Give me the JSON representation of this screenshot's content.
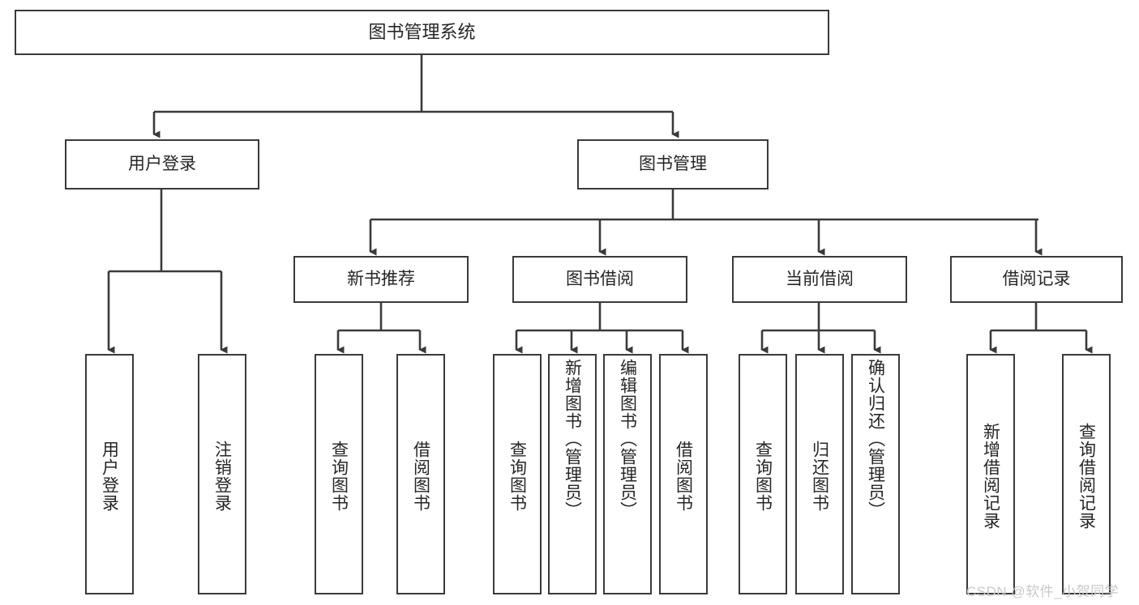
{
  "diagram": {
    "title_node": {
      "label": "图书管理系统"
    },
    "level1": [
      {
        "id": "user-login",
        "label": "用户登录"
      },
      {
        "id": "book-management",
        "label": "图书管理"
      }
    ],
    "level2": [
      {
        "id": "new-book-recommend",
        "label": "新书推荐"
      },
      {
        "id": "book-borrow",
        "label": "图书借阅"
      },
      {
        "id": "current-borrow",
        "label": "当前借阅"
      },
      {
        "id": "borrow-record",
        "label": "借阅记录"
      }
    ],
    "leaves": [
      {
        "id": "leaf-user-login",
        "parent": "user-login",
        "label": "用户登录"
      },
      {
        "id": "leaf-logout-login",
        "parent": "user-login",
        "label": "注销登录"
      },
      {
        "id": "leaf-query-book-1",
        "parent": "new-book-recommend",
        "label": "查询图书"
      },
      {
        "id": "leaf-borrow-book-1",
        "parent": "new-book-recommend",
        "label": "借阅图书"
      },
      {
        "id": "leaf-query-book-2",
        "parent": "book-borrow",
        "label": "查询图书"
      },
      {
        "id": "leaf-add-book",
        "parent": "book-borrow",
        "label": "新增图书（管理员）"
      },
      {
        "id": "leaf-edit-book",
        "parent": "book-borrow",
        "label": "编辑图书（管理员）"
      },
      {
        "id": "leaf-borrow-book-2",
        "parent": "book-borrow",
        "label": "借阅图书"
      },
      {
        "id": "leaf-query-book-3",
        "parent": "current-borrow",
        "label": "查询图书"
      },
      {
        "id": "leaf-return-book",
        "parent": "current-borrow",
        "label": "归还图书"
      },
      {
        "id": "leaf-confirm-return",
        "parent": "current-borrow",
        "label": "确认归还（管理员）"
      },
      {
        "id": "leaf-add-record",
        "parent": "borrow-record",
        "label": "新增借阅记录"
      },
      {
        "id": "leaf-query-record",
        "parent": "borrow-record",
        "label": "查询借阅记录"
      }
    ],
    "watermark": "CSDN @软件_小贺同学",
    "colors": {
      "stroke": "#3a3a3a",
      "text": "#262626",
      "background": "#ffffff",
      "watermark": "#c9c9c9"
    }
  }
}
